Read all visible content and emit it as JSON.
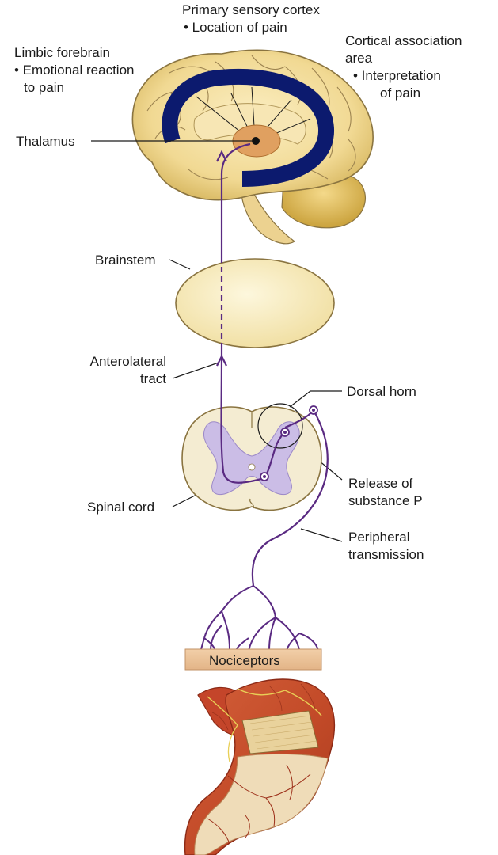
{
  "labels": {
    "primary_cortex": [
      "Primary sensory cortex",
      "• Location of pain"
    ],
    "limbic": [
      "Limbic forebrain",
      "• Emotional reaction",
      "to pain"
    ],
    "cortical_assoc": [
      "Cortical association",
      "area",
      "• Interpretation",
      "of pain"
    ],
    "thalamus": "Thalamus",
    "brainstem": "Brainstem",
    "anterolateral": [
      "Anterolateral",
      "tract"
    ],
    "dorsal_horn": "Dorsal horn",
    "spinal_cord": "Spinal cord",
    "substance_p": [
      "Release of",
      "substance P"
    ],
    "peripheral": [
      "Peripheral",
      "transmission"
    ],
    "nociceptors": "Nociceptors"
  },
  "colors": {
    "brain_fill": "#f3dc9c",
    "brain_stroke": "#8a7440",
    "cerebellum": "#e8c868",
    "thalamus": "#e0a060",
    "limbic_arc": "#0c1a6e",
    "pathway": "#5a2a82",
    "gray_matter": "#cbbde6",
    "brainstem_fill": "#f8eec0",
    "stomach_red": "#c8502e",
    "stomach_cream": "#efdcb8"
  }
}
